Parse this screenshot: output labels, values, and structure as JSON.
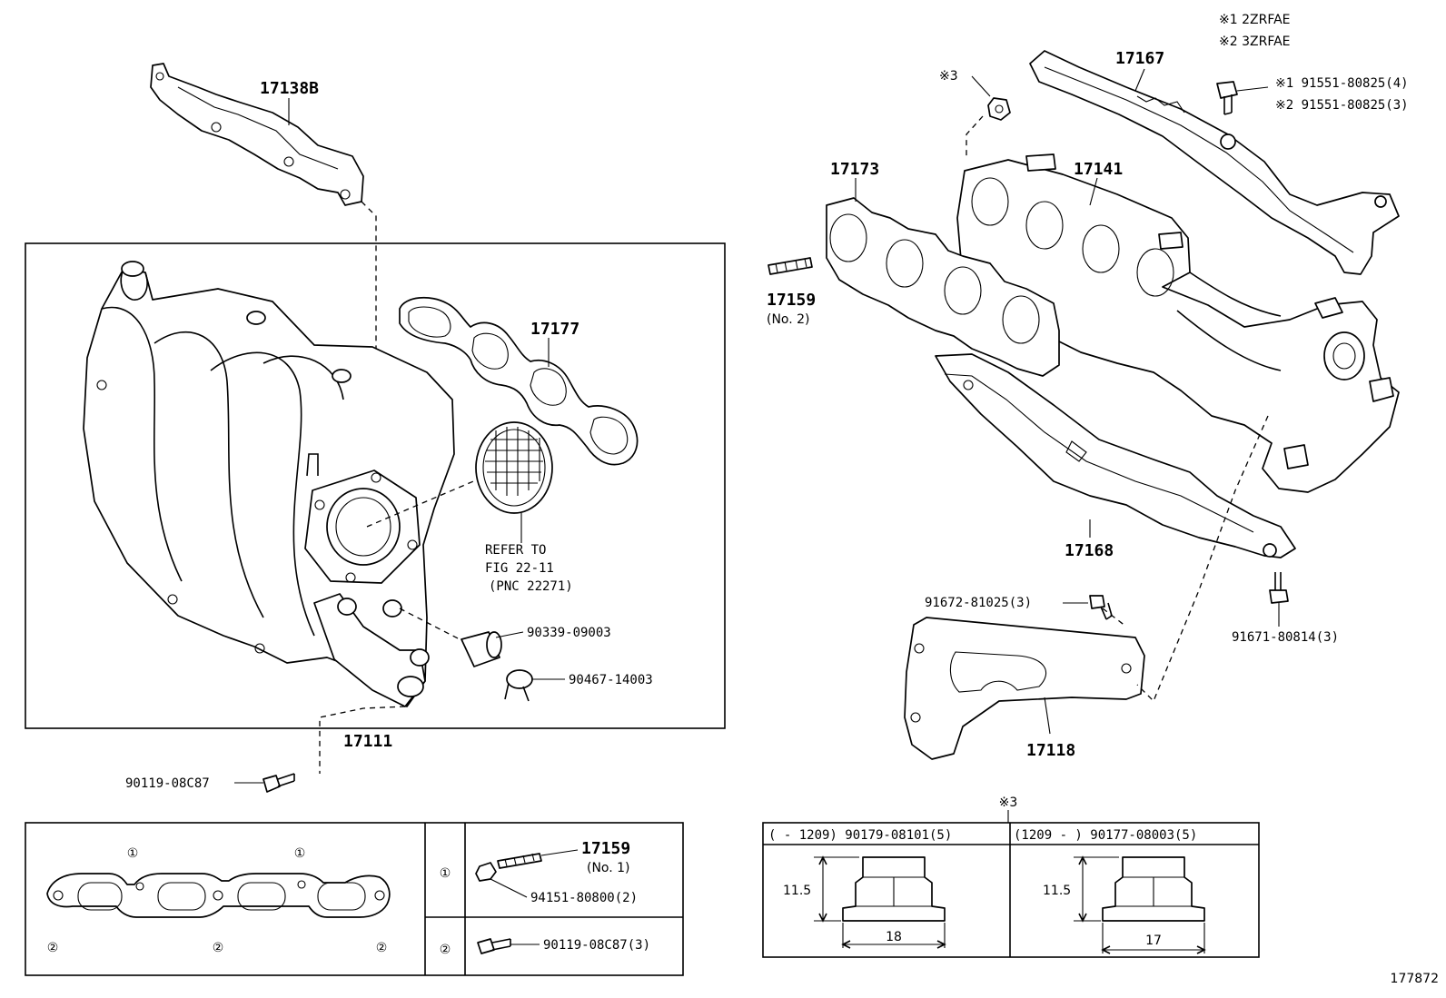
{
  "notes": {
    "variant1": "※1 2ZRFAE",
    "variant2": "※2 3ZRFAE",
    "mark3": "※3",
    "mark3_table": "※3"
  },
  "parts": {
    "p17138B": "17138B",
    "p17177": "17177",
    "p17111": "17111",
    "p17167": "17167",
    "p17173": "17173",
    "p17141": "17141",
    "p17159_2": "17159",
    "p17159_2_sub": "(No. 2)",
    "p17168": "17168",
    "p17118": "17118",
    "p90339": "90339-09003",
    "p90467": "90467-14003",
    "p90119": "90119-08C87",
    "p91551_1": "※1 91551-80825(4)",
    "p91551_2": "※2 91551-80825(3)",
    "p91672": "91672-81025(3)",
    "p91671": "91671-80814(3)"
  },
  "refer": {
    "line1": "REFER TO",
    "line2": "FIG 22-11",
    "line3": "(PNC 22271)"
  },
  "gasket_legend": {
    "callout1": "①",
    "callout2": "②",
    "row1_mark": "①",
    "row1_part": "17159",
    "row1_sub": "(No. 1)",
    "row1_nut": "94151-80800(2)",
    "row2_mark": "②",
    "row2_part": "90119-08C87(3)"
  },
  "nut_table": {
    "col1_header": "(      - 1209) 90179-08101(5)",
    "col2_header": "(1209 -      ) 90177-08003(5)",
    "height1": "11.5",
    "width1": "18",
    "height2": "11.5",
    "width2": "17"
  },
  "figure_id": "177872"
}
